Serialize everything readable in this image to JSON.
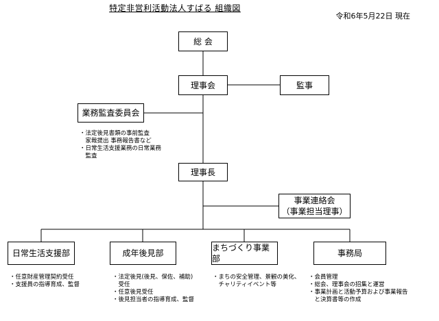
{
  "title": "特定非営利活動法人すばる 組織図",
  "date": "令和6年5月22日 現在",
  "nodes": {
    "general_meeting": "総 会",
    "board": "理事会",
    "auditor": "監事",
    "audit_committee": "業務監査委員会",
    "chairman": "理事長",
    "liaison_line1": "事業連絡会",
    "liaison_line2": "（事業担当理事）",
    "dept_daily_life": "日常生活支援部",
    "dept_guardianship": "成年後見部",
    "dept_town": "まちづくり事業部",
    "dept_secretariat": "事務局"
  },
  "notes": {
    "audit_committee": [
      "・法定後見書類の事前監査",
      "　家裁提出 事務報告書など",
      "・日常生活支援業務の日常業務",
      "　監査"
    ],
    "daily_life": [
      "・任意財産管理契約受任",
      "・支援員の指導育成、監督"
    ],
    "guardianship": [
      "・法定後見(後見、保佐、補助)",
      "　受任",
      "・任意後見受任",
      "・後見担当者の指導育成、監督"
    ],
    "town": [
      "・まちの安全管理、景観の美化、",
      "　チャリティイベント等"
    ],
    "secretariat": [
      "・会員管理",
      "・総会、理事会の招集と運営",
      "・事業計画と活動予算および事業報告",
      "　と決算書等の作成"
    ]
  }
}
